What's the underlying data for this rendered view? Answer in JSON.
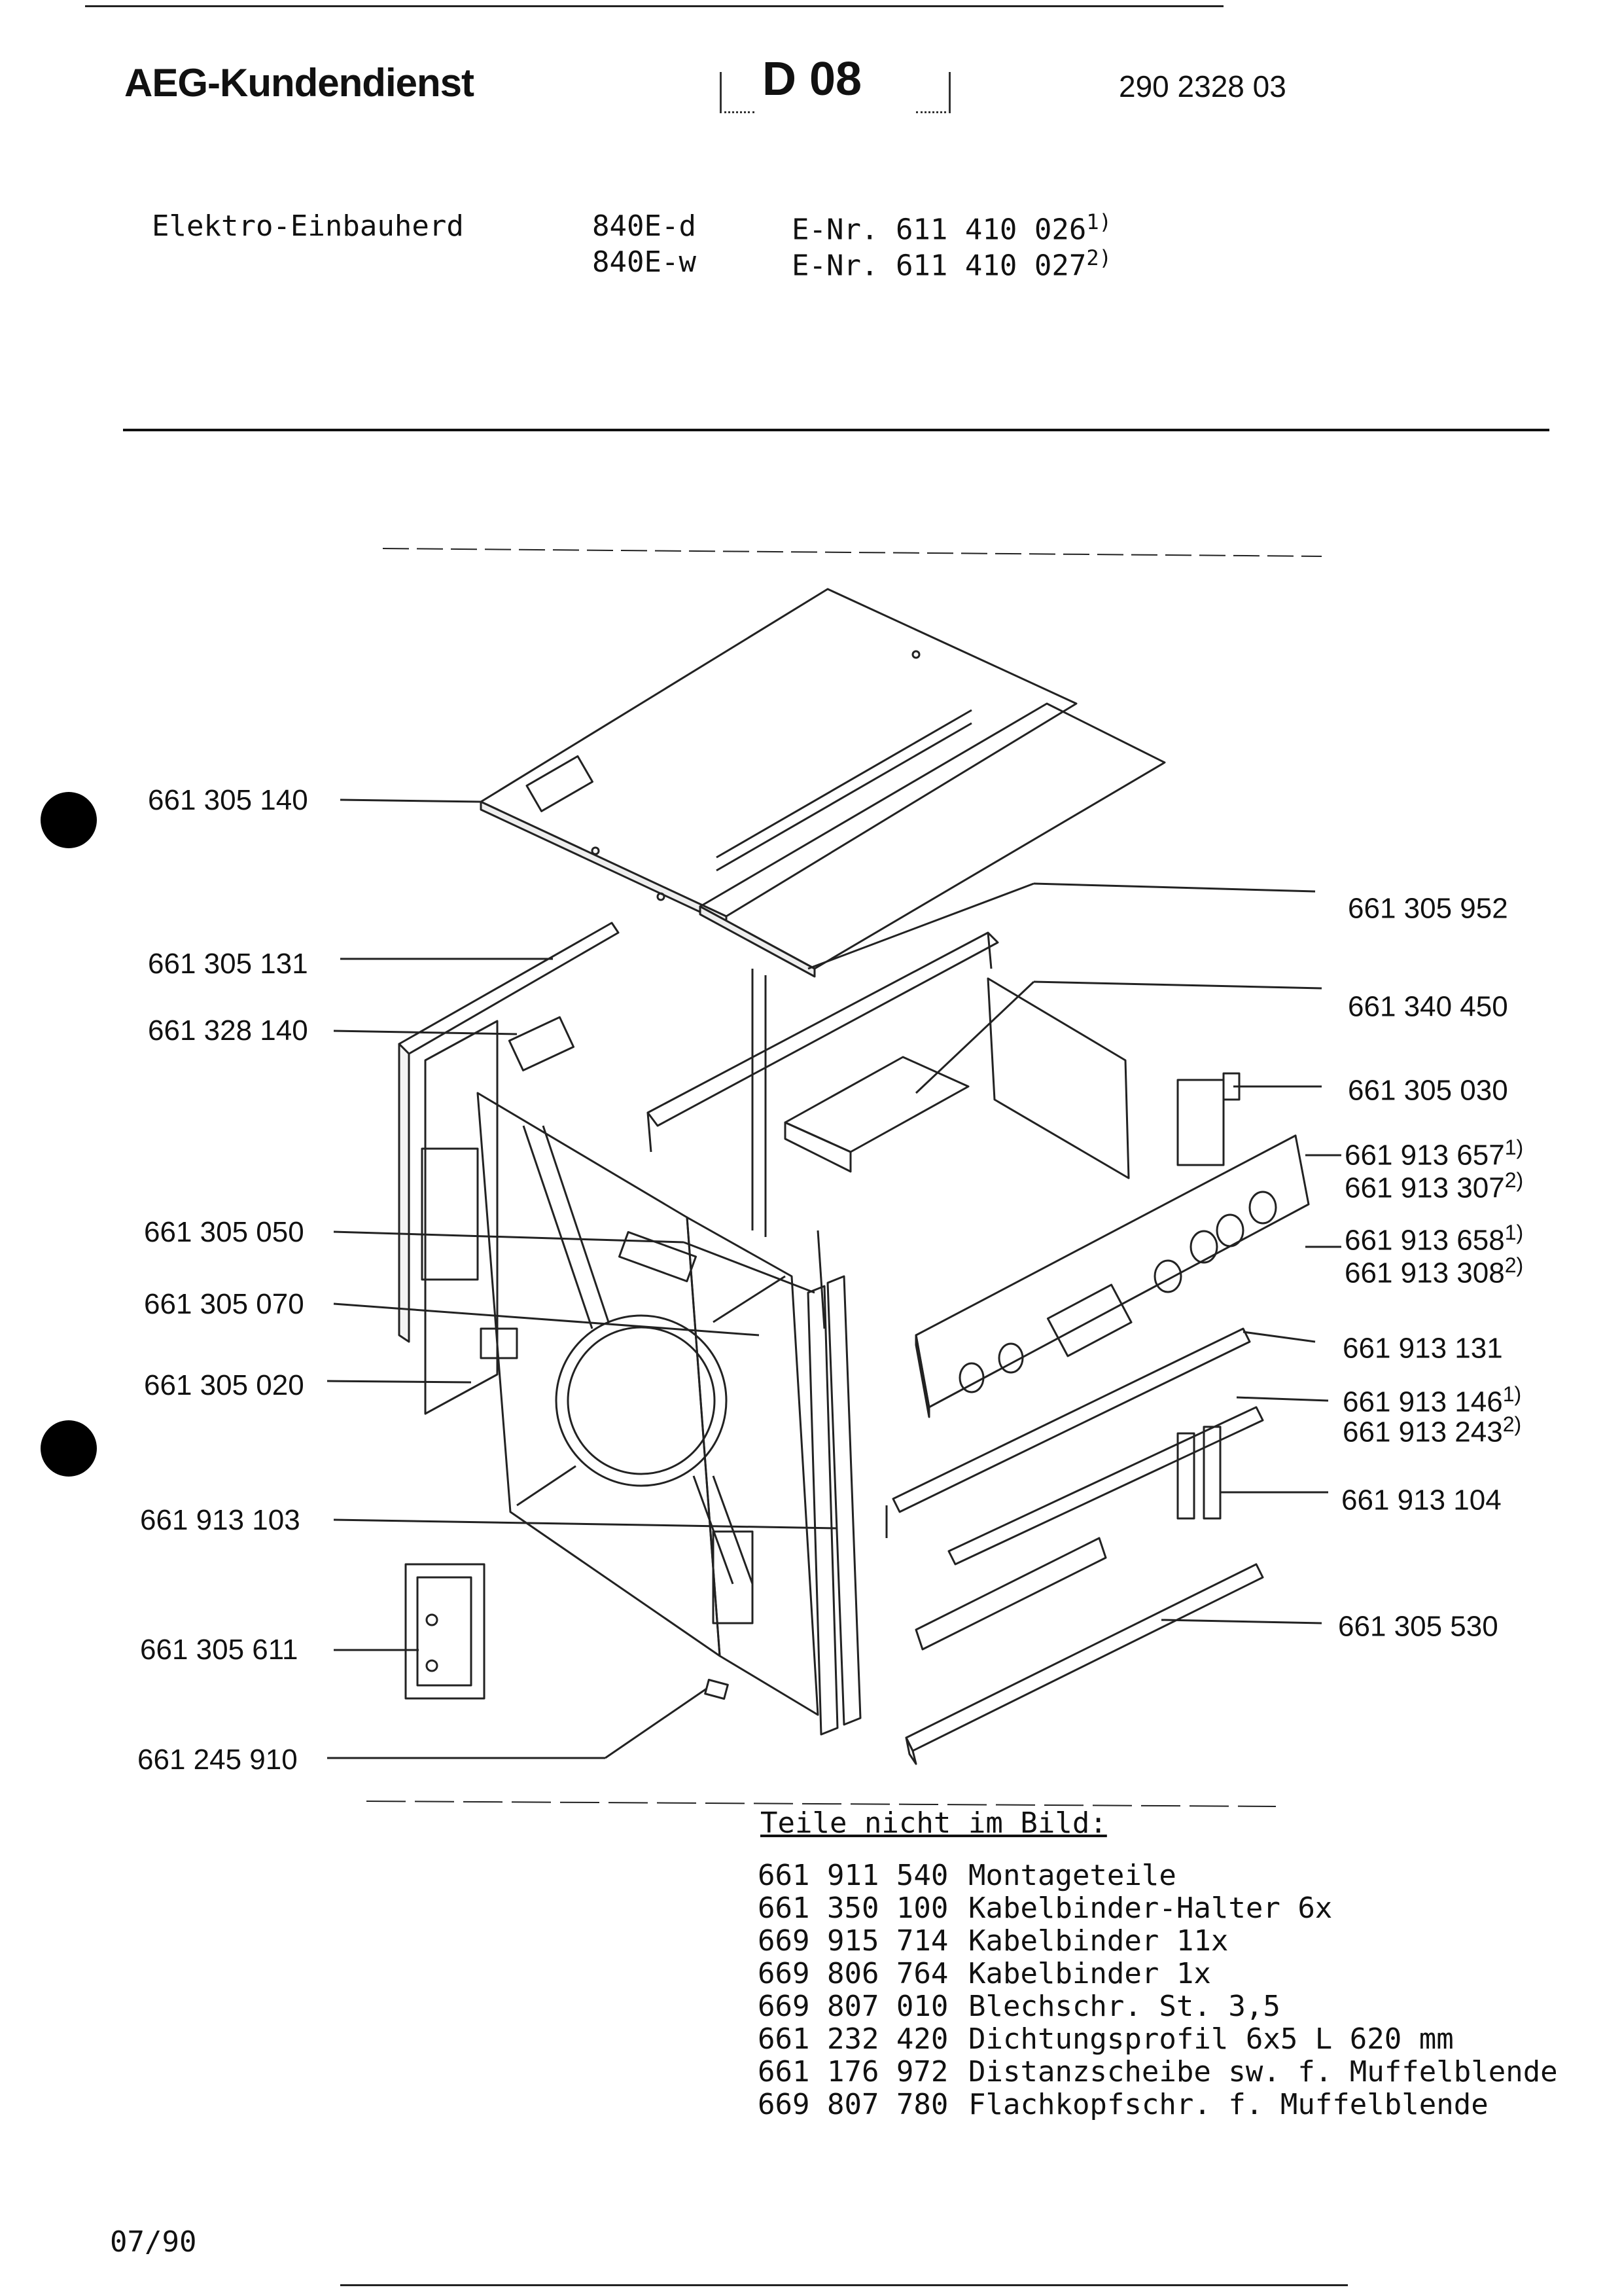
{
  "header": {
    "brand": "AEG-Kundendienst",
    "section": "D 08",
    "doc_number": "290 2328 03"
  },
  "product": {
    "name": "Elektro-Einbauherd",
    "models": [
      {
        "model": "840E-d",
        "enr": "E-Nr. 611 410 026",
        "note": "1)"
      },
      {
        "model": "840E-w",
        "enr": "E-Nr. 611 410 027",
        "note": "2)"
      }
    ]
  },
  "callouts_left": [
    "661 305 140",
    "661 305 131",
    "661 328 140",
    "661 305 050",
    "661 305 070",
    "661 305 020",
    "661 913 103",
    "661 305 611",
    "661 245 910"
  ],
  "callouts_right": [
    {
      "text": "661 305 952",
      "note": ""
    },
    {
      "text": "661 340 450",
      "note": ""
    },
    {
      "text": "661 305 030",
      "note": ""
    },
    {
      "text": "661 913 657",
      "note": "1)"
    },
    {
      "text": "661 913 307",
      "note": "2)"
    },
    {
      "text": "661 913 658",
      "note": "1)"
    },
    {
      "text": "661 913 308",
      "note": "2)"
    },
    {
      "text": "661 913 131",
      "note": ""
    },
    {
      "text": "661 913 146",
      "note": "1)"
    },
    {
      "text": "661 913 243",
      "note": "2)"
    },
    {
      "text": "661 913 104",
      "note": ""
    },
    {
      "text": "661 305 530",
      "note": ""
    }
  ],
  "not_shown": {
    "heading": "Teile nicht im Bild:",
    "items": [
      {
        "no": "661 911 540",
        "desc": "Montageteile"
      },
      {
        "no": "661 350 100",
        "desc": "Kabelbinder-Halter 6x"
      },
      {
        "no": "669 915 714",
        "desc": "Kabelbinder 11x"
      },
      {
        "no": "669 806 764",
        "desc": "Kabelbinder 1x"
      },
      {
        "no": "669 807 010",
        "desc": "Blechschr. St. 3,5"
      },
      {
        "no": "661 232 420",
        "desc": "Dichtungsprofil 6x5 L 620 mm"
      },
      {
        "no": "661 176 972",
        "desc": "Distanzscheibe sw. f. Muffelblende"
      },
      {
        "no": "669 807 780",
        "desc": "Flachkopfschr. f. Muffelblende"
      }
    ]
  },
  "footer": {
    "date": "07/90"
  },
  "colors": {
    "ink": "#111111",
    "paper": "#ffffff"
  }
}
